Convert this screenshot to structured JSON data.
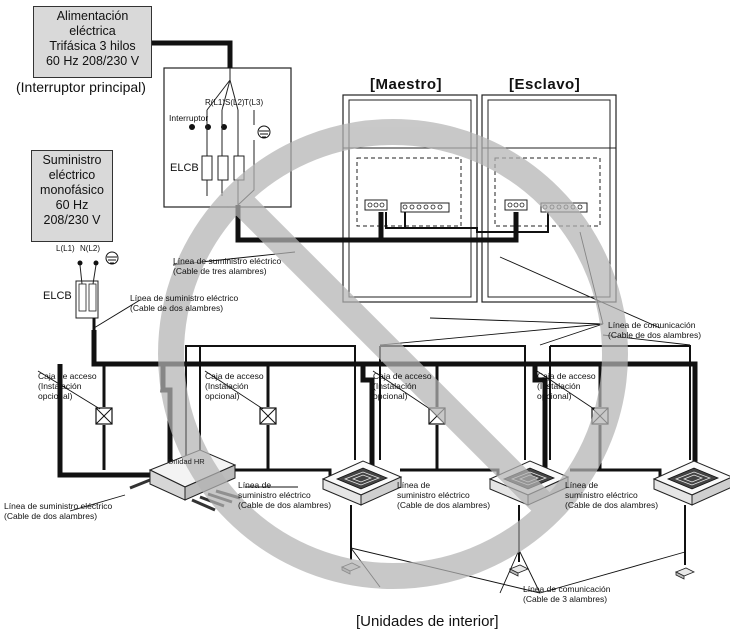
{
  "power_main": {
    "line1": "Alimentación",
    "line2": "eléctrica",
    "line3": "Trifásica 3 hilos",
    "line4": "60 Hz 208/230 V",
    "caption": "(Interruptor principal)"
  },
  "power_single": {
    "line1": "Suministro",
    "line2": "eléctrico",
    "line3": "monofásico",
    "line4": "60 Hz",
    "line5": "208/230 V"
  },
  "terminals_3ph": {
    "r": "R(L1)",
    "s": "S(L2)",
    "t": "T(L3)"
  },
  "terminals_1ph": {
    "l": "L(L1)",
    "n": "N(L2)"
  },
  "labels": {
    "interruptor": "Interruptor",
    "elcb_main": "ELCB",
    "elcb_single": "ELCB",
    "master": "[Maestro]",
    "slave": "[Esclavo]",
    "hr_unit": "Unidad HR",
    "indoor_units": "[Unidades de interior]"
  },
  "lines": {
    "supply_3wire_1": "Línea de suministro eléctrico",
    "supply_3wire_2": "(Cable de tres alambres)",
    "supply_2wire_top_1": "Línea de suministro eléctrico",
    "supply_2wire_top_2": "(Cable de dos alambres)",
    "comm_2wire_1": "Línea de comunicación",
    "comm_2wire_2": "(Cable de dos alambres)",
    "supply_2wire_left_1": "Línea de suministro eléctrico",
    "supply_2wire_left_2": "(Cable de dos alambres)",
    "supply_a_1": "Línea de",
    "supply_a_2": "suministro eléctrico",
    "supply_a_3": "(Cable de dos alambres)",
    "supply_b_1": "Línea de",
    "supply_b_2": "suministro eléctrico",
    "supply_b_3": "(Cable de dos alambres)",
    "supply_c_1": "Línea de",
    "supply_c_2": "suministro eléctrico",
    "supply_c_3": "(Cable de dos alambres)",
    "comm_3wire_1": "Línea de comunicación",
    "comm_3wire_2": "(Cable de 3 alambres)"
  },
  "access_boxes": [
    {
      "l1": "Caja de acceso",
      "l2": "(Instalación",
      "l3": "opcional)"
    },
    {
      "l1": "Caja de acceso",
      "l2": "(Instalación",
      "l3": "opcional)"
    },
    {
      "l1": "Caja de acceso",
      "l2": "(Instalación",
      "l3": "opcional)"
    },
    {
      "l1": "Caja de acceso",
      "l2": "(Instalación",
      "l3": "opcional)"
    }
  ],
  "colors": {
    "prohibit_sign": "#bdbdbd",
    "box_fill": "#d9d9d9",
    "wire": "#000000"
  }
}
